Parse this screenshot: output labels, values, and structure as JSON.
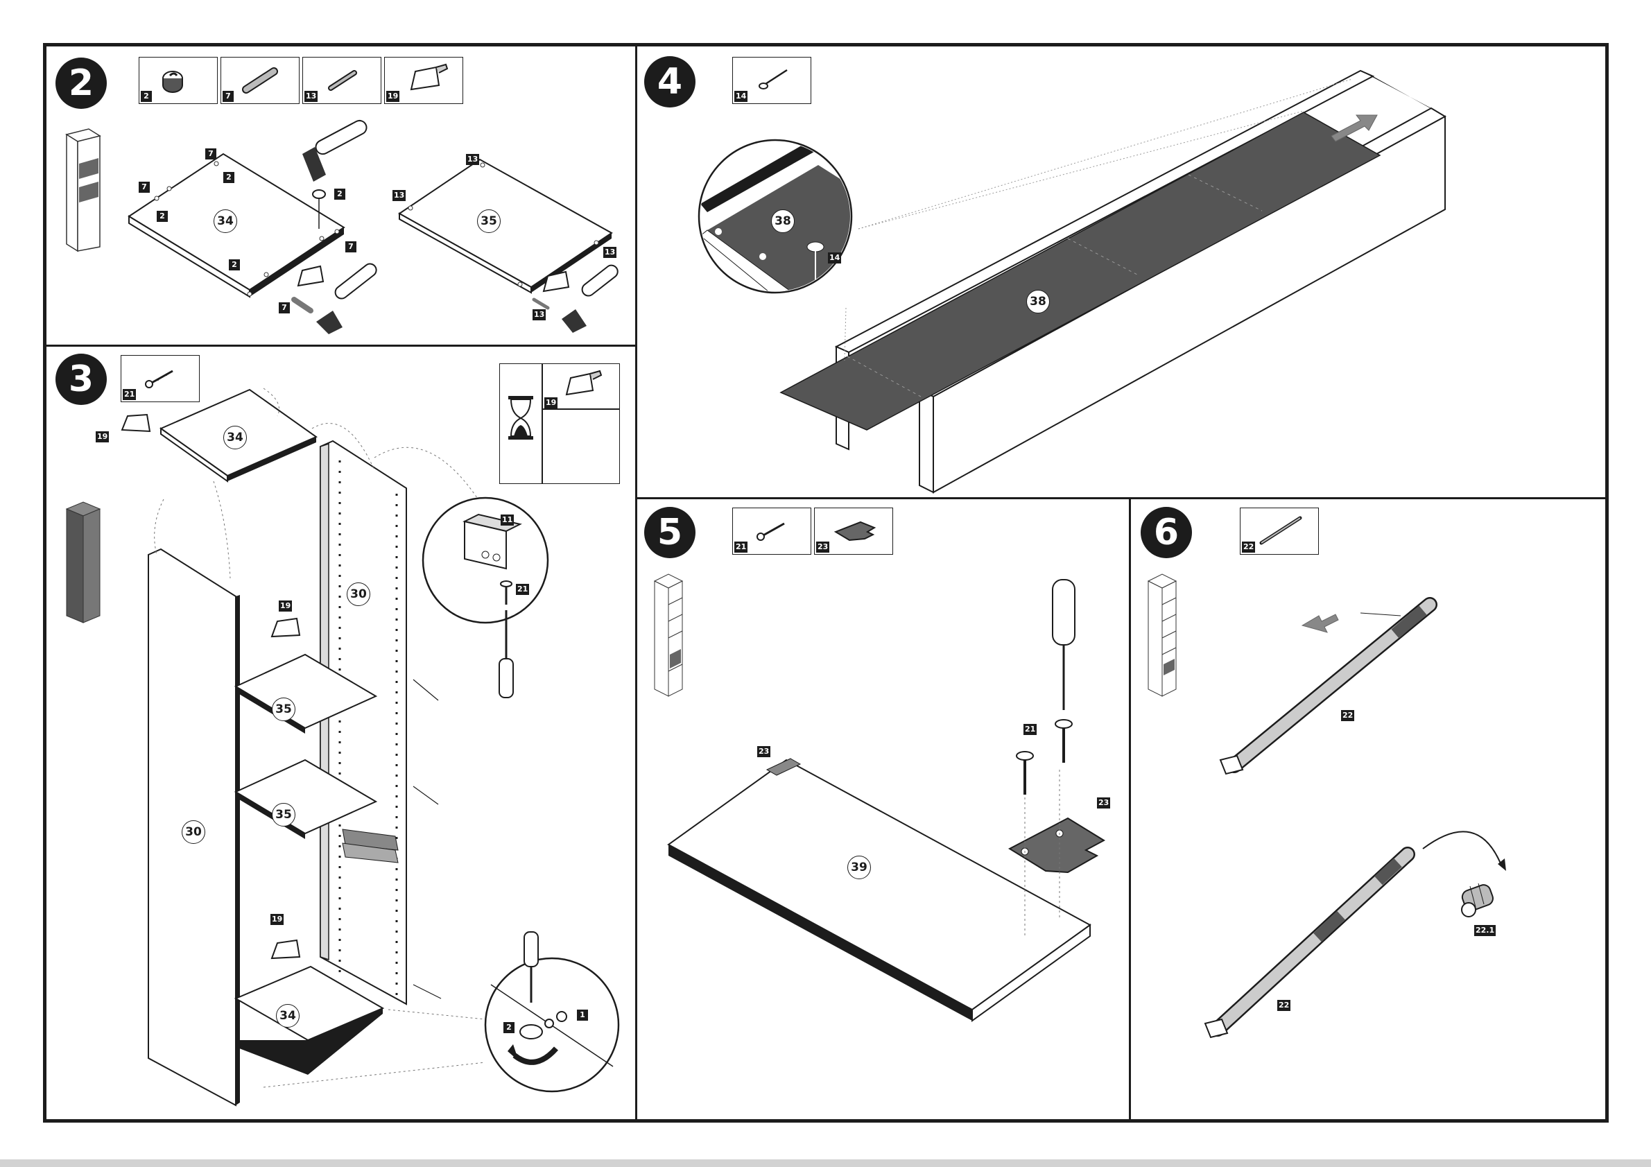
{
  "steps": {
    "s2": {
      "number": "2",
      "parts": [
        "2",
        "7",
        "13",
        "19"
      ],
      "labels": {
        "t7a": "7",
        "t7b": "7",
        "t2a": "2",
        "t2b": "2",
        "t2c": "2",
        "t2d": "2",
        "t7c": "7",
        "t7d": "7",
        "t13a": "13",
        "t13b": "13",
        "t13c": "13",
        "t13d": "13",
        "c34": "34",
        "c35": "35"
      }
    },
    "s3": {
      "number": "3",
      "parts": [
        "21"
      ],
      "labels": {
        "t19a": "19",
        "t19b": "19",
        "t19c": "19",
        "t19d": "19",
        "t11": "11",
        "t21": "21",
        "t2": "2",
        "t1": "1",
        "c34a": "34",
        "c34b": "34",
        "c35a": "35",
        "c35b": "35",
        "c30a": "30",
        "c30b": "30"
      }
    },
    "s4": {
      "number": "4",
      "parts": [
        "14"
      ],
      "labels": {
        "c38a": "38",
        "c38b": "38",
        "t14": "14"
      }
    },
    "s5": {
      "number": "5",
      "parts": [
        "21",
        "23"
      ],
      "labels": {
        "t23a": "23",
        "t21": "21",
        "t23b": "23",
        "c39": "39"
      }
    },
    "s6": {
      "number": "6",
      "parts": [
        "22"
      ],
      "labels": {
        "t22a": "22",
        "t22b": "22",
        "t221": "22.1"
      }
    }
  }
}
